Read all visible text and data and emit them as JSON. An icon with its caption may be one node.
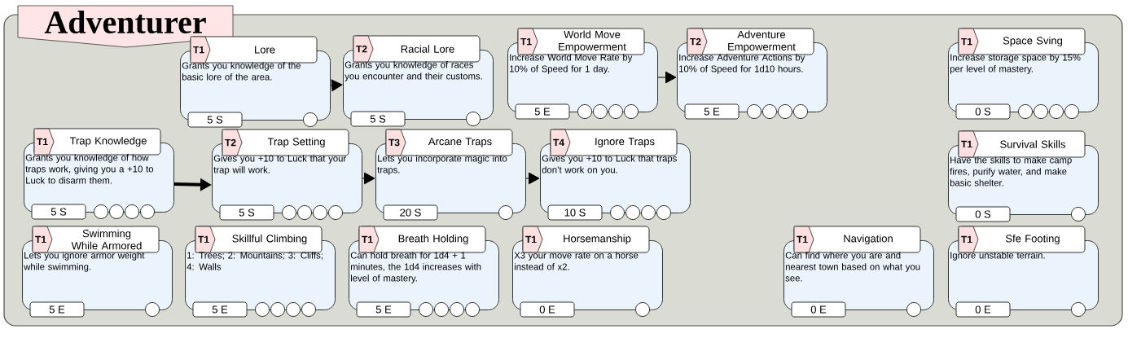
{
  "diagram": {
    "nodes": [
      {
        "text": [
          "Adventurer"
        ]
      },
      {
        "text": [
          "T1",
          "Lore",
          "Grants you knowledge of the basic lore of the area.",
          "5 S"
        ],
        "in": 0
      },
      {
        "text": [
          "T2",
          "Racial Lore",
          "Grants you knowledge of races you encounter and their customs.",
          "5 S"
        ],
        "in": 0
      },
      {
        "text": [
          "T1",
          "World Move Empowerment",
          "Increase World Move Rate by 10% of Speed for 1 day.",
          "5 E"
        ],
        "in": 0
      },
      {
        "text": [
          "T2",
          "Adventure Empowerment",
          "Increase Adventure Actions by 10% of Speed for 1d10 hours.",
          "5 E"
        ],
        "in": 0
      },
      {
        "text": [
          "T1",
          "Space Sving",
          "Increase storage space by 15% per level of mastery.",
          "0 S"
        ],
        "in": 0
      },
      {
        "text": [
          "T1",
          "Trap Knowledge",
          "Grants you knowledge of how traps work, giving you a +10 to Luck to disarm them.",
          "5 S"
        ],
        "in": 0
      },
      {
        "text": [
          "T2",
          "Trap Setting",
          "Gives you +10 to Luck that your trap will work.",
          "5 S"
        ],
        "in": 0
      },
      {
        "text": [
          "T3",
          "Arcane Traps",
          "Lets you incorporate magic into traps.",
          "20 S"
        ],
        "in": 0
      },
      {
        "text": [
          "T4",
          "Ignore Traps",
          "Gives you +10 to Luck that traps don’t work on you.",
          "10 S"
        ],
        "in": 0
      },
      {
        "text": [
          "T1",
          "Survival Skills",
          "Have the skills to make camp fires, purify water, and make basic shelter.",
          "0 S"
        ],
        "in": 0
      },
      {
        "text": [
          "T1",
          "Swimming While Armored",
          "Lets you ignore armor weight while swimming.",
          "5 E"
        ],
        "in": 0
      },
      {
        "text": [
          "T1",
          "Skillful Climbing",
          "1: Trees; 2: Mountains; 3: Cliffs;  4: Walls",
          "5 E"
        ],
        "in": 0
      },
      {
        "text": [
          "T1",
          "Breath Holding",
          "Can hold breath for 1d4 + 1 minutes, the 1d4 increases with level of mastery.",
          "5 E"
        ],
        "in": 0
      },
      {
        "text": [
          "T1",
          "Horsemanship",
          "X3 your move rate on a horse instead of x2.",
          "0 E"
        ],
        "in": 0
      },
      {
        "text": [
          "T1",
          "Navigation",
          "Can find where you are and nearest town based on what you see.",
          "0 E"
        ],
        "in": 0
      },
      {
        "text": [
          "T1",
          "Sfe Footing",
          "Ignore unstable terrain.",
          "0 E"
        ],
        "in": 0
      }
    ],
    "edges": [
      {
        "from": 1,
        "to": 2,
        "arrow": "to"
      },
      {
        "from": 3,
        "to": 4,
        "arrow": "to"
      },
      {
        "from": 6,
        "to": 7,
        "arrow": "to",
        "style": "thick"
      },
      {
        "from": 7,
        "to": 8,
        "arrow": "to"
      },
      {
        "from": 8,
        "to": 9,
        "arrow": "to"
      }
    ]
  }
}
